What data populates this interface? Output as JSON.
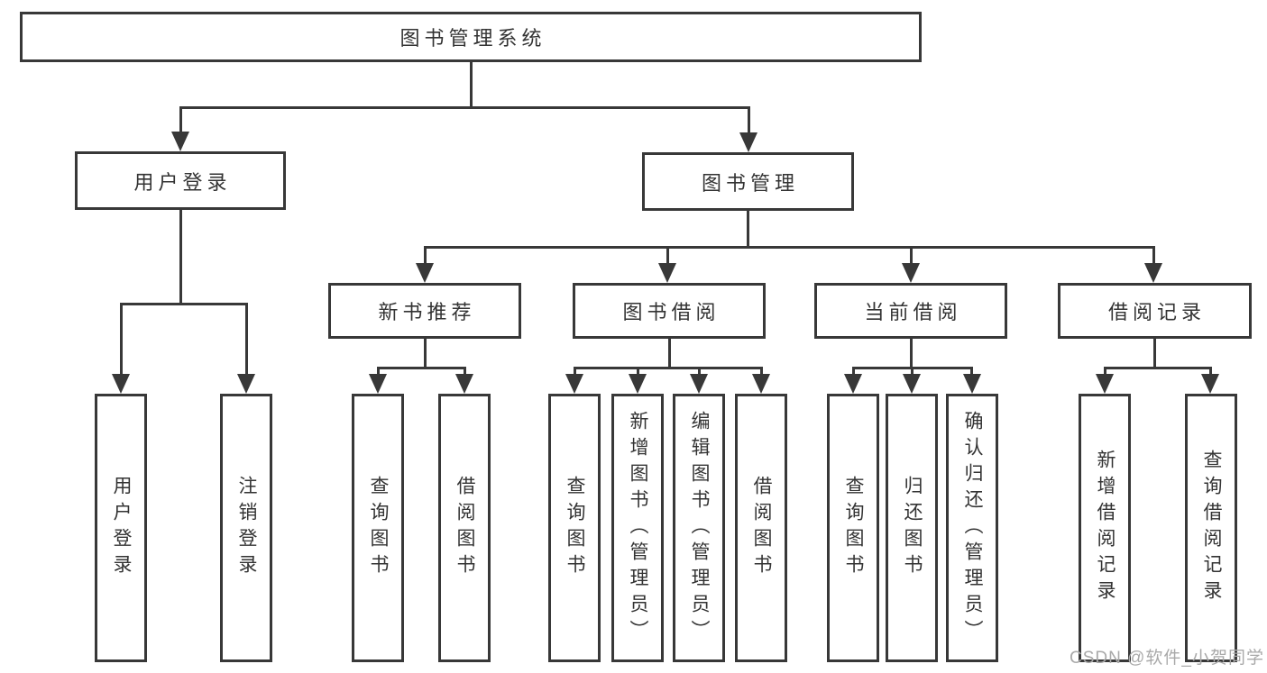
{
  "diagram": {
    "type": "hierarchy-tree",
    "root": {
      "label": "图书管理系统"
    },
    "level2": [
      {
        "id": "user_login",
        "label": "用户登录",
        "parent": "root"
      },
      {
        "id": "book_management",
        "label": "图书管理",
        "parent": "root"
      }
    ],
    "level3": [
      {
        "id": "new_book_rec",
        "label": "新书推荐",
        "parent": "book_management"
      },
      {
        "id": "book_borrow",
        "label": "图书借阅",
        "parent": "book_management"
      },
      {
        "id": "current_borrow",
        "label": "当前借阅",
        "parent": "book_management"
      },
      {
        "id": "borrow_records",
        "label": "借阅记录",
        "parent": "book_management"
      }
    ],
    "leaves": {
      "user_login": [
        "用户登录",
        "注销登录"
      ],
      "new_book_rec": [
        "查询图书",
        "借阅图书"
      ],
      "book_borrow": [
        "查询图书",
        "新增图书（管理员）",
        "编辑图书（管理员）",
        "借阅图书"
      ],
      "current_borrow": [
        "查询图书",
        "归还图书",
        "确认归还（管理员）"
      ],
      "borrow_records": [
        "新增借阅记录",
        "查询借阅记录"
      ]
    }
  },
  "watermark": "CSDN @软件_小贺同学",
  "colors": {
    "line": "#383838",
    "text": "#333333",
    "watermark_text": "#a9a9a9",
    "background": "#ffffff"
  }
}
